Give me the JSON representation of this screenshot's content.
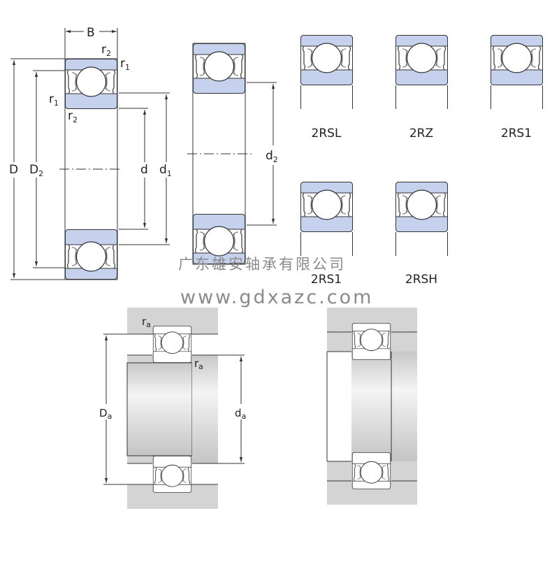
{
  "main_bearing": {
    "labels": {
      "B": "B",
      "r": "r",
      "D": "D",
      "D2_main": "D",
      "d": "d",
      "d1_main": "d"
    },
    "subscripts": {
      "one": "1",
      "two": "2"
    }
  },
  "second_bearing": {
    "d2_main": "d",
    "d2_sub": "2"
  },
  "variants": [
    "2RSL",
    "2RZ",
    "2RS1",
    "2RS1",
    "2RSH"
  ],
  "mounting": {
    "ra_main": "r",
    "ra_sub": "a",
    "Da_main": "D",
    "da_main": "d"
  },
  "watermark": {
    "company": "广东雄安轴承有限公司",
    "url": "www.gdxazc.com"
  },
  "colors": {
    "ring": "#c6d1ee",
    "housing": "#d4d4d4",
    "outline": "#333333"
  }
}
